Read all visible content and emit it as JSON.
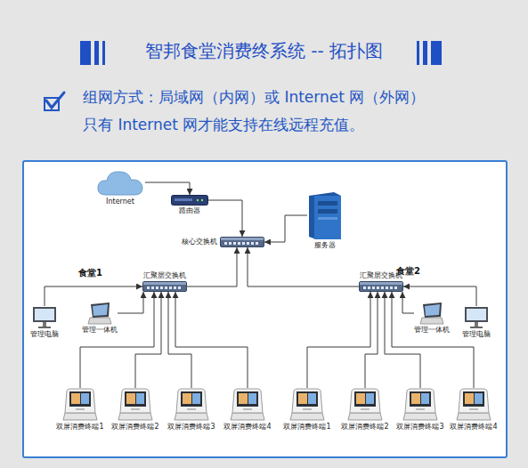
{
  "diagram": {
    "title": "智邦食堂消费终系统 -- 拓扑图",
    "nodes": [
      {
        "text": [
          "Internet"
        ]
      },
      {
        "text": [
          "路由器"
        ]
      },
      {
        "text": [
          "核心交换机"
        ]
      },
      {
        "text": [
          "服务器"
        ]
      },
      {
        "text": [
          "汇聚层交换机"
        ]
      },
      {
        "text": [
          "管理电脑"
        ]
      },
      {
        "text": [
          "管理一体机"
        ]
      },
      {
        "text": [
          "汇聚层交换机"
        ]
      },
      {
        "text": [
          "管理一体机"
        ]
      },
      {
        "text": [
          "管理电脑"
        ]
      },
      {
        "text": [
          "双屏消费终端1"
        ]
      },
      {
        "text": [
          "双屏消费终端2"
        ]
      },
      {
        "text": [
          "双屏消费终端3"
        ]
      },
      {
        "text": [
          "双屏消费终端4"
        ]
      },
      {
        "text": [
          "双屏消费终端1"
        ]
      },
      {
        "text": [
          "双屏消费终端2"
        ]
      },
      {
        "text": [
          "双屏消费终端3"
        ]
      },
      {
        "text": [
          "双屏消费终端4"
        ]
      }
    ],
    "edges": [
      {
        "from": 0,
        "to": 1,
        "arrow": "to"
      },
      {
        "from": 1,
        "to": 2,
        "arrow": "to"
      },
      {
        "from": 3,
        "to": 2,
        "arrow": "to"
      },
      {
        "from": 4,
        "to": 2,
        "arrow": "to"
      },
      {
        "from": 5,
        "to": 4,
        "arrow": "to"
      },
      {
        "from": 6,
        "to": 4,
        "arrow": "to"
      },
      {
        "from": 10,
        "to": 4,
        "arrow": "to"
      },
      {
        "from": 11,
        "to": 4,
        "arrow": "to"
      },
      {
        "from": 12,
        "to": 4,
        "arrow": "to"
      },
      {
        "from": 13,
        "to": 4,
        "arrow": "to"
      },
      {
        "from": 7,
        "to": 2,
        "arrow": "to"
      },
      {
        "from": 8,
        "to": 7,
        "arrow": "to"
      },
      {
        "from": 9,
        "to": 7,
        "arrow": "to"
      },
      {
        "from": 14,
        "to": 7,
        "arrow": "to"
      },
      {
        "from": 15,
        "to": 7,
        "arrow": "to"
      },
      {
        "from": 16,
        "to": 7,
        "arrow": "to"
      },
      {
        "from": 17,
        "to": 7,
        "arrow": "to"
      }
    ],
    "labels": [
      "组网方式：局域网（内网）或 Internet 网（外网）",
      "只有 Internet 网才能支持在线远程充值。",
      "食堂1",
      "食堂2"
    ]
  }
}
